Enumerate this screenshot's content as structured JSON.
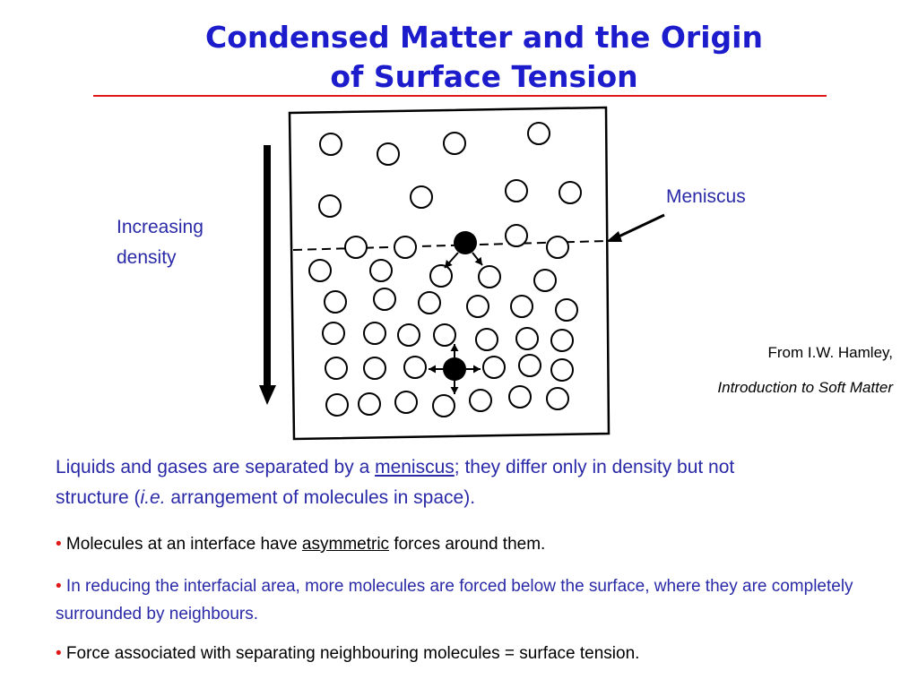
{
  "title": {
    "line1": "Condensed Matter and the Origin",
    "line2": "of Surface Tension"
  },
  "diagram": {
    "density_label_1": "Increasing",
    "density_label_2": "density",
    "meniscus_label": "Meniscus"
  },
  "citation": {
    "line1": "From I.W. Hamley,",
    "line2": "Introduction to Soft Matter"
  },
  "intro": {
    "part1": "Liquids and gases are separated by a ",
    "meniscus_word": "meniscus",
    "part2": "; they differ only in density but not structure (",
    "ie": "i.e.",
    "part3": " arrangement of molecules in space)."
  },
  "bullets": [
    {
      "mark": "•",
      "before": " Molecules at an interface have ",
      "underlined": "asymmetric",
      "after": " forces around them."
    },
    {
      "mark": "•",
      "text": " In reducing the interfacial area, more molecules are forced below the surface, where they are completely surrounded by neighbours."
    },
    {
      "mark": "•",
      "text": " Force associated with  separating neighbouring molecules = surface tension."
    }
  ]
}
